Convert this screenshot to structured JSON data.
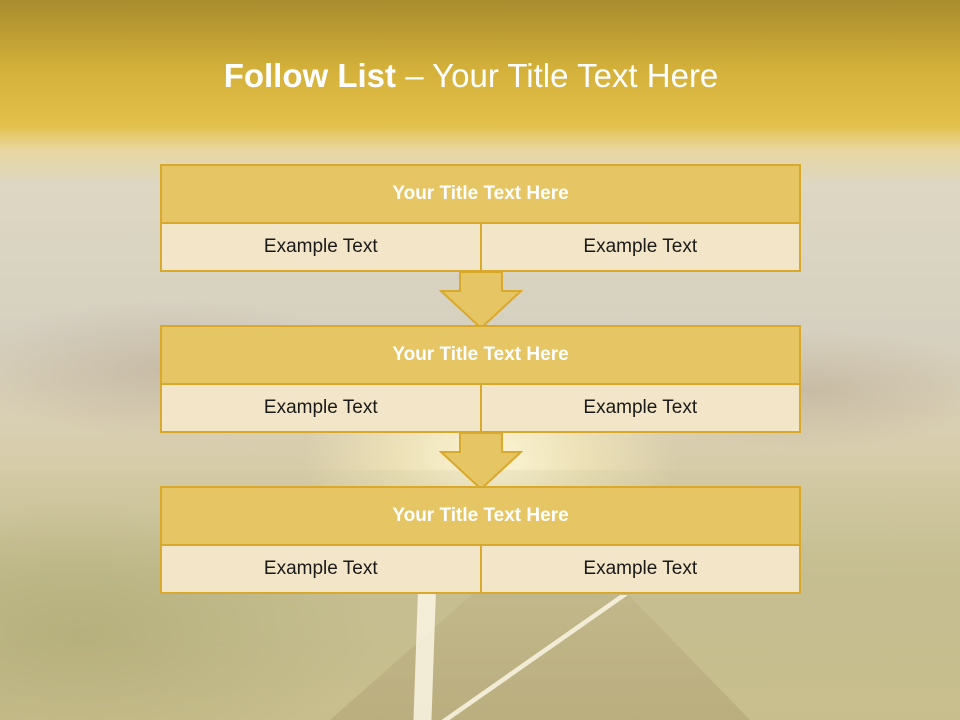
{
  "slide": {
    "title_bold": "Follow List",
    "title_rest": " – Your Title Text Here"
  },
  "steps": [
    {
      "title": "Your Title Text Here",
      "left": "Example Text",
      "right": "Example Text"
    },
    {
      "title": "Your Title Text Here",
      "left": "Example Text",
      "right": "Example Text"
    },
    {
      "title": "Your Title Text Here",
      "left": "Example Text",
      "right": "Example Text"
    }
  ],
  "colors": {
    "header_fill": "#e6c564",
    "cell_fill": "#f3e5c7",
    "border": "#d9a92b",
    "arrow_fill": "#e6c564"
  },
  "icons": [
    "down-arrow-icon"
  ]
}
